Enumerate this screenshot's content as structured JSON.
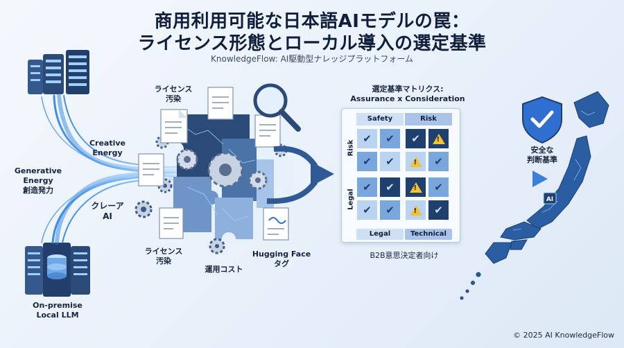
{
  "title_line1": "商用利用可能な日本語AIモデルの罠：",
  "title_line2": "ライセンス形態とローカル導入の選定基準",
  "subtitle": "KnowledgeFlow: AI駆動型ナレッジプラットフォーム",
  "left": {
    "generative_energy": "Generative\nEnergy\n創造発力",
    "creative_energy": "Creative\nEnergy",
    "clear_ai": "クレーア\nAI",
    "onprem": "On-premise\nLocal LLM"
  },
  "center": {
    "license_top": "ライセンス\n汚染",
    "license_bottom": "ライセンス\n汚染",
    "operation_cost": "運用コスト",
    "hf_tag": "Hugging Face\nタグ"
  },
  "matrix": {
    "title": "選定基準マトリクス:\nAssurance x Consideration",
    "col_safety": "Safety",
    "col_risk": "Risk",
    "row_risk": "Risk",
    "row_legal": "Legal",
    "foot_legal": "Legal",
    "foot_technical": "Technical",
    "caption": "B2B意思決定者向け",
    "check_glyph": "✔",
    "warn_glyph": "!"
  },
  "right": {
    "safe_criteria": "安全な\n判断基準",
    "map_chip": "AI"
  },
  "copyright": "© 2025 AI KnowledgeFlow",
  "icons": [
    "server-icon",
    "puzzle-icon",
    "gear-icon",
    "document-icon",
    "magnifier-icon",
    "shield-check-icon",
    "japan-map-icon"
  ],
  "colors": {
    "navy": "#1f3f6e",
    "accent_blue": "#2f6fd0",
    "stream_blue": "#4aa3f0",
    "warn_yellow": "#f2c230",
    "cell_light": "#b9d3f1",
    "cell_mid": "#7aa6de",
    "cell_dark": "#1f3f6e"
  }
}
